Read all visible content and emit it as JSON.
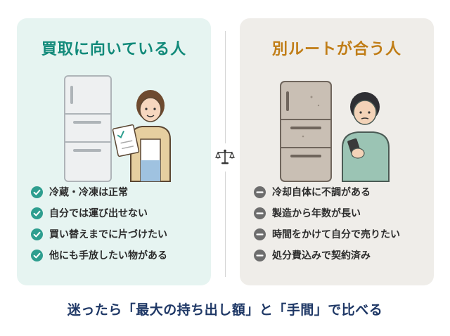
{
  "left": {
    "title": "買取に向いている人",
    "accent": "#128a7a",
    "check_color": "#2e9e8f",
    "items": [
      {
        "label": "冷蔵・冷凍は正常"
      },
      {
        "label": "自分では運び出せない"
      },
      {
        "label": "買い替えまでに片づけたい"
      },
      {
        "label": "他にも手放したい物がある"
      }
    ]
  },
  "right": {
    "title": "別ルートが合う人",
    "accent": "#c07d16",
    "minus_color": "#6d6d6d",
    "items": [
      {
        "label": "冷却自体に不調がある"
      },
      {
        "label": "製造から年数が長い"
      },
      {
        "label": "時間をかけて自分で売りたい"
      },
      {
        "label": "処分費込みで契約済み"
      }
    ]
  },
  "footer": {
    "text": "迷ったら「最大の持ち出し額」と「手間」で比べる"
  },
  "icons": {
    "left_item": "check-circle-icon",
    "right_item": "minus-circle-icon",
    "divider": "balance-scale-icon"
  }
}
